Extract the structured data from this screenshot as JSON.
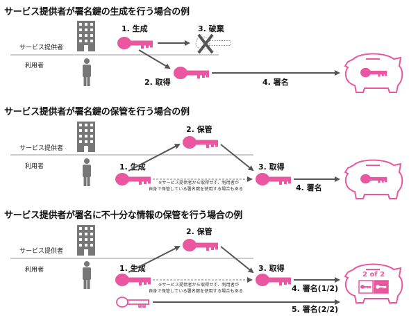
{
  "sections": [
    {
      "title": "サービス提供者が署名鍵の生成を行う場合の例",
      "actor_provider": "サービス提供者",
      "actor_user": "利用者",
      "steps": [
        "1. 生成",
        "2. 取得",
        "3. 破棄",
        "4. 署名"
      ]
    },
    {
      "title": "サービス提供者が署名鍵の保管を行う場合の例",
      "actor_provider": "サービス提供者",
      "actor_user": "利用者",
      "steps": [
        "1. 生成",
        "2. 保管",
        "3. 取得",
        "4. 署名"
      ],
      "note": [
        "※サービス提供者から取得せず、利用者が",
        "自身で保管している署名鍵を使用する場合もある"
      ]
    },
    {
      "title": "サービス提供者が署名に不十分な情報の保管を行う場合の例",
      "actor_provider": "サービス提供者",
      "actor_user": "利用者",
      "steps": [
        "1. 生成",
        "2. 保管",
        "3. 取得",
        "4. 署名(1/2)",
        "5. 署名(2/2)"
      ],
      "note": [
        "※サービス提供者から取得せず、利用者が",
        "自身で保管している署名鍵を使用する場合もある"
      ],
      "vault_label": "2 of 2"
    }
  ],
  "colors": {
    "key": "#e8579f",
    "key_light": "#f4a9cc",
    "arrow": "#555555",
    "line": "#999999",
    "icon": "#777777"
  }
}
